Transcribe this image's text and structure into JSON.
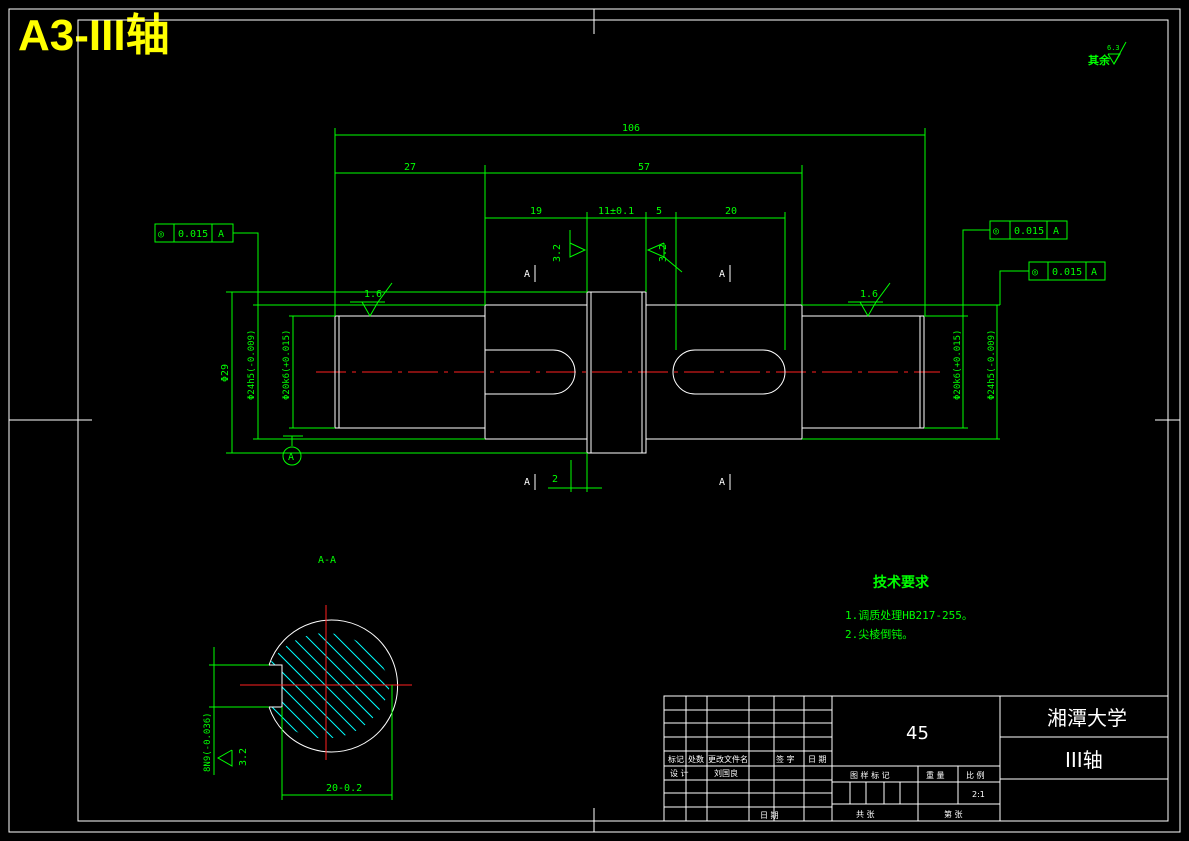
{
  "title": "A3-III轴",
  "roughness_rest": {
    "label": "其余",
    "value": "6.3"
  },
  "dimensions": {
    "overall": "106",
    "left_segment": "27",
    "middle_segment": "57",
    "d19": "19",
    "d11": "11±0.1",
    "d5": "5",
    "d20": "20",
    "d2": "2",
    "dia29": "Φ29",
    "dia_left_outer": "Φ24h5(-0.009)",
    "dia_left_inner": "Φ20k6(+0.015)",
    "dia_right_inner": "Φ20k6(+0.015)",
    "dia_right_outer": "Φ24h5(-0.009)",
    "section_key_depth": "20-0.2",
    "section_key_width": "8N9(-0.036)"
  },
  "roughness": {
    "left_journal": "1.6",
    "right_journal": "1.6",
    "key_left": "3.2",
    "key_right": "3.2",
    "section": "3.2"
  },
  "tolerance_frames": [
    {
      "symbol": "◎",
      "value": "0.015",
      "datum": "A"
    },
    {
      "symbol": "◎",
      "value": "0.015",
      "datum": "A"
    },
    {
      "symbol": "◎",
      "value": "0.015",
      "datum": "A"
    }
  ],
  "datum_label": "A",
  "section_marks": [
    "A",
    "A",
    "A",
    "A"
  ],
  "section_title": "A-A",
  "tech_requirements": {
    "title": "技术要求",
    "items": [
      "1.调质处理HB217-255。",
      "2.尖棱倒钝。"
    ]
  },
  "title_block": {
    "material": "45",
    "school": "湘潭大学",
    "part_name": "III轴",
    "row_labels": [
      "标记",
      "处数",
      "更改文件名",
      "签 字",
      "日 期"
    ],
    "design_label": "设 计",
    "designer": "刘国良",
    "date_label": "日 期",
    "stage_label": "图 样 标 记",
    "weight_label": "重 量",
    "scale_label": "比 例",
    "scale": "2:1",
    "total_label": "共   张",
    "sheet_label": "第   张"
  }
}
